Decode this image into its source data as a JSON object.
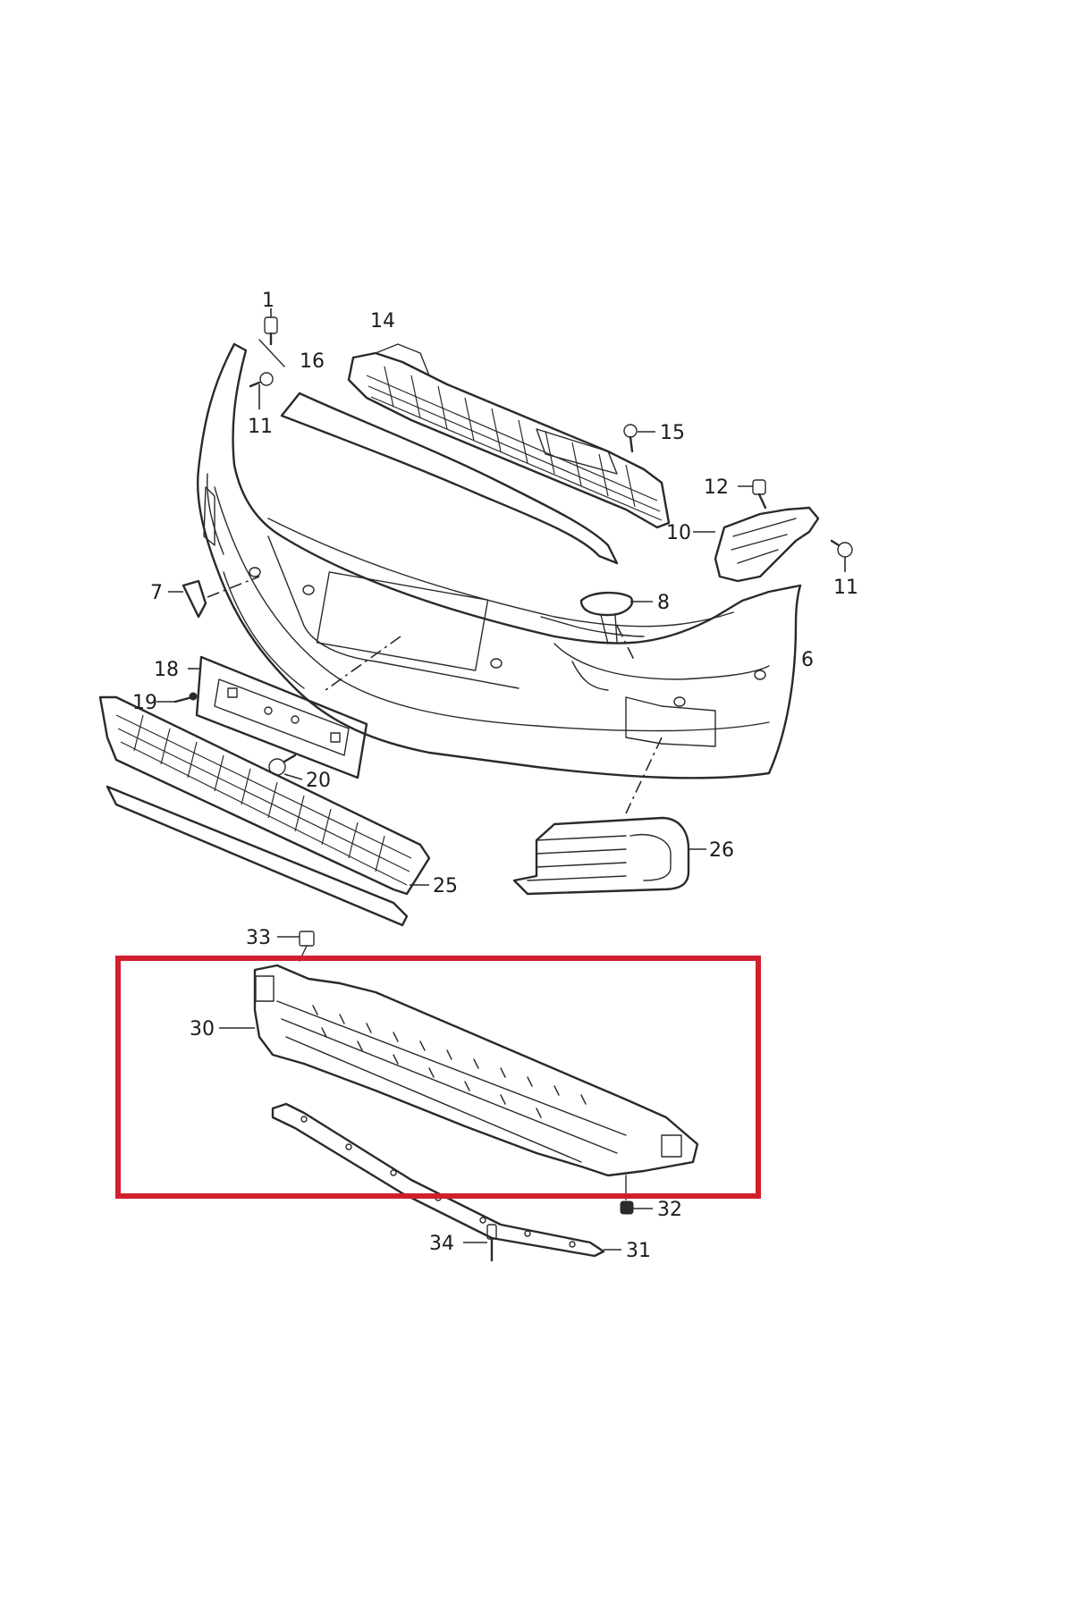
{
  "callouts": {
    "c1": "1",
    "c6": "6",
    "c7": "7",
    "c8": "8",
    "c10": "10",
    "c11_left": "11",
    "c11_right": "11",
    "c12": "12",
    "c14": "14",
    "c15": "15",
    "c16": "16",
    "c18": "18",
    "c19": "19",
    "c20": "20",
    "c25": "25",
    "c26": "26",
    "c30": "30",
    "c31": "31",
    "c32": "32",
    "c33": "33",
    "c34": "34"
  },
  "colors": {
    "line": "#2a2a2a",
    "highlight_box": "#d0202e",
    "background": "#ffffff"
  },
  "highlight": {
    "parts_in_box": [
      "30"
    ]
  }
}
